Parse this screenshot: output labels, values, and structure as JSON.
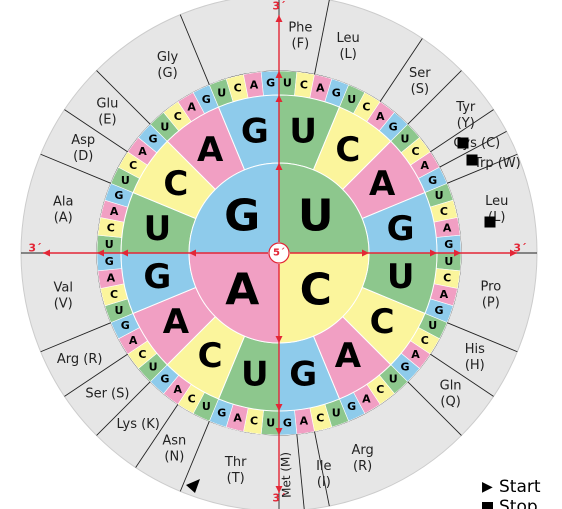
{
  "colors": {
    "U": "#8dc78d",
    "C": "#fbf59c",
    "A": "#f19fc3",
    "G": "#8ecbeb",
    "arrow": "#e32636",
    "ring": "#e6e6e6",
    "line": "#222222"
  },
  "inner_letters": [
    "U",
    "C",
    "A",
    "G"
  ],
  "middle_letters": [
    "U",
    "C",
    "A",
    "G",
    "U",
    "C",
    "A",
    "G",
    "U",
    "C",
    "A",
    "G",
    "U",
    "C",
    "A",
    "G"
  ],
  "outer_letters": [
    "U",
    "C",
    "A",
    "G",
    "U",
    "C",
    "A",
    "G",
    "U",
    "C",
    "A",
    "G",
    "U",
    "C",
    "A",
    "G",
    "U",
    "C",
    "A",
    "G",
    "U",
    "C",
    "A",
    "G",
    "U",
    "C",
    "A",
    "G",
    "U",
    "C",
    "A",
    "G",
    "U",
    "C",
    "A",
    "G",
    "U",
    "C",
    "A",
    "G",
    "U",
    "C",
    "A",
    "G",
    "U",
    "C",
    "A",
    "G",
    "U",
    "C",
    "A",
    "G",
    "U",
    "C",
    "A",
    "G",
    "U",
    "C",
    "A",
    "G",
    "U",
    "C",
    "A",
    "G"
  ],
  "center_label": "5´",
  "end_labels": [
    "3´",
    "3´",
    "3´",
    "3´"
  ],
  "amino_acids": [
    {
      "name": "Phe",
      "abbr": "(F)"
    },
    {
      "name": "Leu",
      "abbr": "(L)"
    },
    {
      "name": "Ser",
      "abbr": "(S)"
    },
    {
      "name": "Tyr",
      "abbr": "(Y)"
    },
    {
      "name": "Cys (C)",
      "abbr": ""
    },
    {
      "name": "Trp (W)",
      "abbr": ""
    },
    {
      "name": "Leu",
      "abbr": "(L)"
    },
    {
      "name": "Pro",
      "abbr": "(P)"
    },
    {
      "name": "His",
      "abbr": "(H)"
    },
    {
      "name": "Gln",
      "abbr": "(Q)"
    },
    {
      "name": "Arg",
      "abbr": "(R)"
    },
    {
      "name": "Ile",
      "abbr": "(I)"
    },
    {
      "name": "Met (M)",
      "abbr": ""
    },
    {
      "name": "Thr",
      "abbr": "(T)"
    },
    {
      "name": "Asn",
      "abbr": "(N)"
    },
    {
      "name": "Lys (K)",
      "abbr": ""
    },
    {
      "name": "Ser (S)",
      "abbr": ""
    },
    {
      "name": "Arg (R)",
      "abbr": ""
    },
    {
      "name": "Val",
      "abbr": "(V)"
    },
    {
      "name": "Ala",
      "abbr": "(A)"
    },
    {
      "name": "Asp",
      "abbr": "(D)"
    },
    {
      "name": "Glu",
      "abbr": "(E)"
    },
    {
      "name": "Gly",
      "abbr": "(G)"
    }
  ],
  "stop_marks": 3,
  "start_marks": 1,
  "legend": {
    "start": "Start",
    "stop": "Stop"
  }
}
